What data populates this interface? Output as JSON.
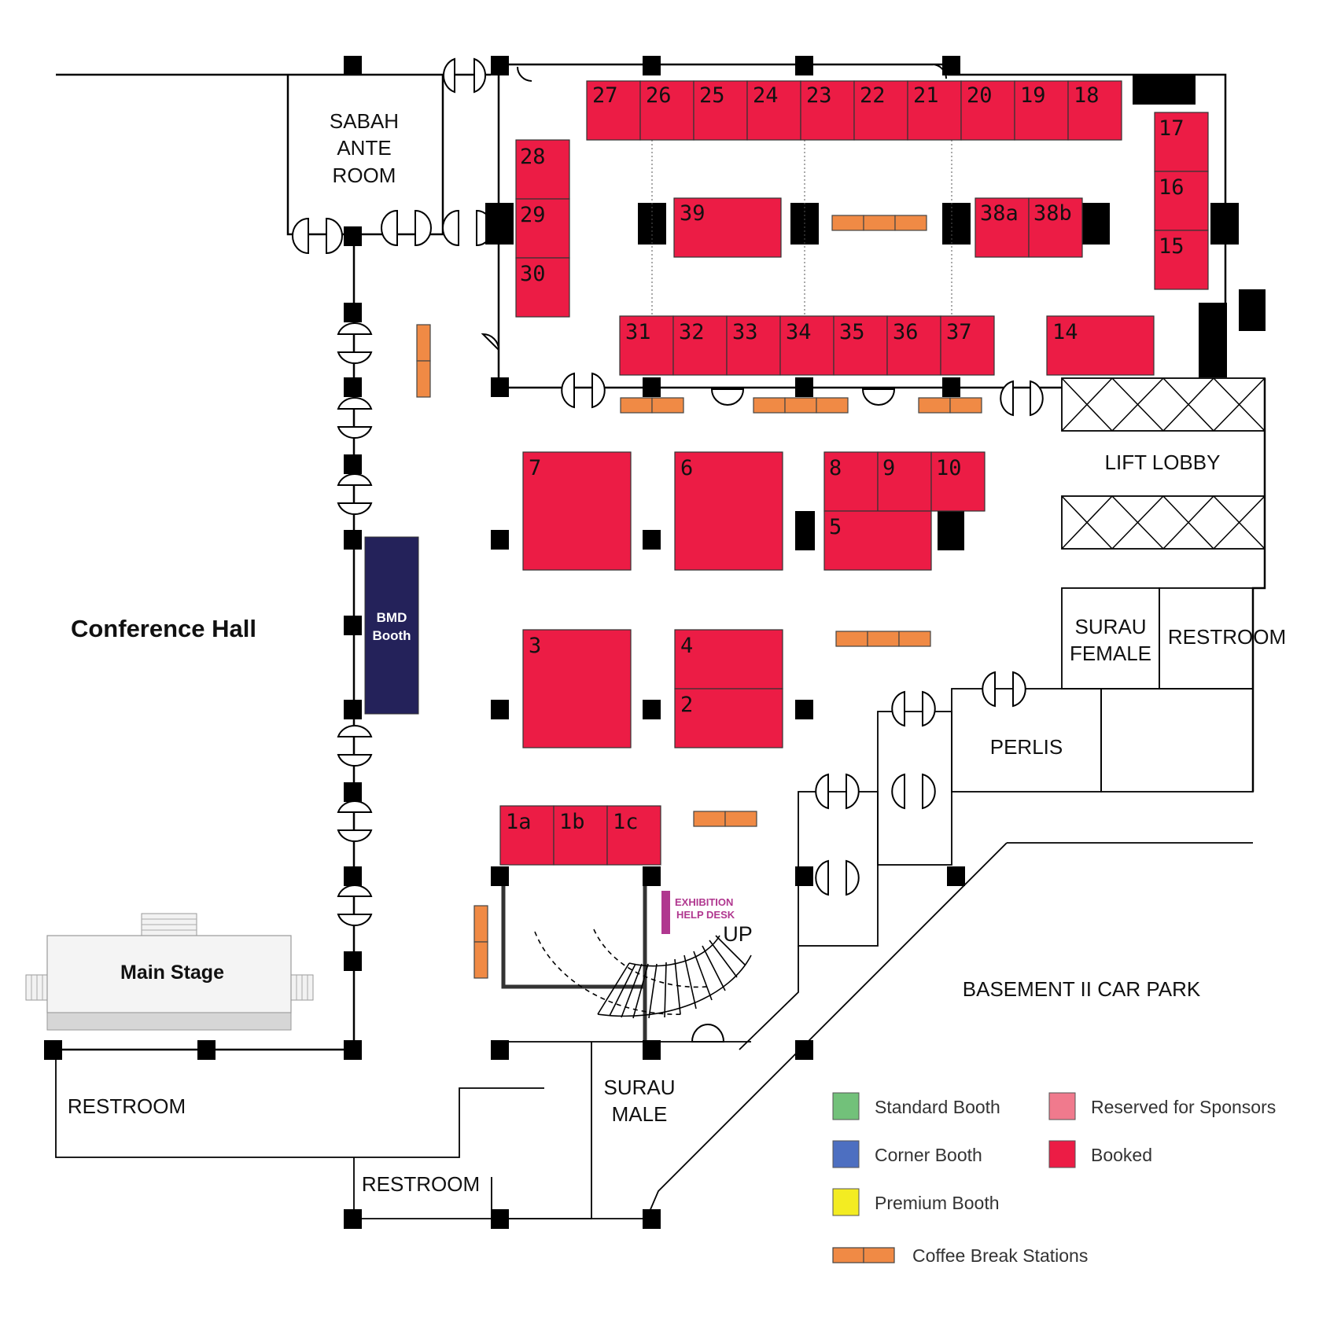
{
  "colors": {
    "booked": "#ec1c45",
    "bmd_booth": "#24225a",
    "help_desk": "#b0378f",
    "coffee": "#f08a45"
  },
  "booths": [
    {
      "id": "27"
    },
    {
      "id": "26"
    },
    {
      "id": "25"
    },
    {
      "id": "24"
    },
    {
      "id": "23"
    },
    {
      "id": "22"
    },
    {
      "id": "21"
    },
    {
      "id": "20"
    },
    {
      "id": "19"
    },
    {
      "id": "18"
    },
    {
      "id": "17"
    },
    {
      "id": "16"
    },
    {
      "id": "15"
    },
    {
      "id": "28"
    },
    {
      "id": "29"
    },
    {
      "id": "30"
    },
    {
      "id": "39"
    },
    {
      "id": "38a"
    },
    {
      "id": "38b"
    },
    {
      "id": "31"
    },
    {
      "id": "32"
    },
    {
      "id": "33"
    },
    {
      "id": "34"
    },
    {
      "id": "35"
    },
    {
      "id": "36"
    },
    {
      "id": "37"
    },
    {
      "id": "14"
    },
    {
      "id": "7"
    },
    {
      "id": "6"
    },
    {
      "id": "8"
    },
    {
      "id": "9"
    },
    {
      "id": "10"
    },
    {
      "id": "5"
    },
    {
      "id": "3"
    },
    {
      "id": "4"
    },
    {
      "id": "2"
    },
    {
      "id": "1a"
    },
    {
      "id": "1b"
    },
    {
      "id": "1c"
    }
  ],
  "rooms": {
    "sabah_ante": [
      "SABAH",
      "ANTE",
      "ROOM"
    ],
    "lift_lobby": "LIFT LOBBY",
    "surau_female": [
      "SURAU",
      "FEMALE"
    ],
    "restroom_right": "RESTROOM",
    "perlis": "PERLIS",
    "conference_hall": "Conference Hall",
    "bmd_booth": [
      "BMD",
      "Booth"
    ],
    "main_stage": "Main Stage",
    "help_desk": [
      "EXHIBITION",
      "HELP DESK"
    ],
    "up": "UP",
    "basement": "BASEMENT II CAR PARK",
    "restroom_left": "RESTROOM",
    "restroom_bottom": "RESTROOM",
    "surau_male": [
      "SURAU",
      "MALE"
    ]
  },
  "legend": {
    "items": [
      {
        "label": "Standard Booth",
        "color": "#72c17a"
      },
      {
        "label": "Corner Booth",
        "color": "#4d6fc1"
      },
      {
        "label": "Premium Booth",
        "color": "#f3ec22"
      },
      {
        "label": "Reserved for Sponsors",
        "color": "#f07a8d"
      },
      {
        "label": "Booked",
        "color": "#ec1c45"
      }
    ],
    "coffee_label": "Coffee Break Stations"
  }
}
